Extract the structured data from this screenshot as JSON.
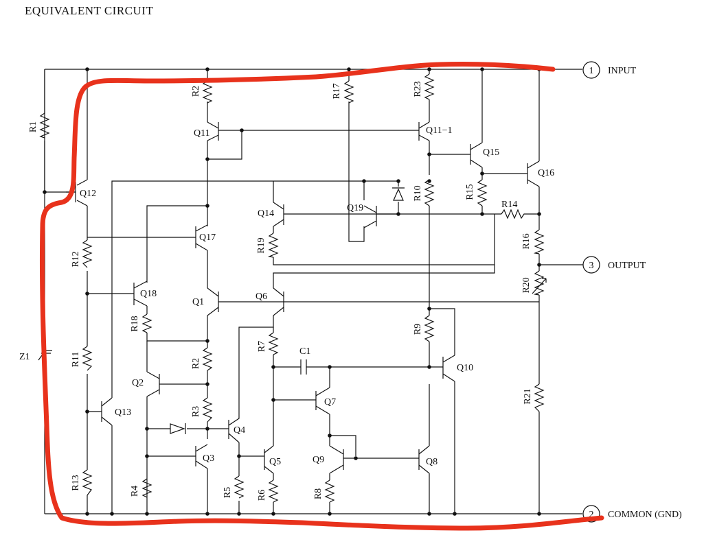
{
  "title": "EQUIVALENT CIRCUIT",
  "colors": {
    "wire": "#111111",
    "annotation": "#e8321c",
    "background": "#ffffff"
  },
  "pins": [
    {
      "number": "1",
      "name": "INPUT"
    },
    {
      "number": "3",
      "name": "OUTPUT"
    },
    {
      "number": "2",
      "name": "COMMON (GND)"
    }
  ],
  "labels": {
    "R1": "R1",
    "R2a": "R2",
    "R17": "R17",
    "R23": "R23",
    "Q11": "Q11",
    "Q11_1": "Q11−1",
    "Q15": "Q15",
    "Q16": "Q16",
    "Q12": "Q12",
    "R10": "R10",
    "R15": "R15",
    "Q14": "Q14",
    "Q19": "Q19",
    "R14": "R14",
    "Q17": "Q17",
    "R19": "R19",
    "R16": "R16",
    "R12": "R12",
    "R20": "R20",
    "Q18": "Q18",
    "Q1": "Q1",
    "Q6": "Q6",
    "R18": "R18",
    "R9": "R9",
    "Z1": "Z1",
    "R11": "R11",
    "R7": "R7",
    "C1": "C1",
    "Q10": "Q10",
    "Q2": "Q2",
    "R2b": "R2",
    "Q7": "Q7",
    "R21": "R21",
    "Q13": "Q13",
    "R3": "R3",
    "Q4": "Q4",
    "Q3": "Q3",
    "Q5": "Q5",
    "Q9": "Q9",
    "Q8": "Q8",
    "R13": "R13",
    "R4": "R4",
    "R5": "R5",
    "R6": "R6",
    "R8": "R8"
  }
}
